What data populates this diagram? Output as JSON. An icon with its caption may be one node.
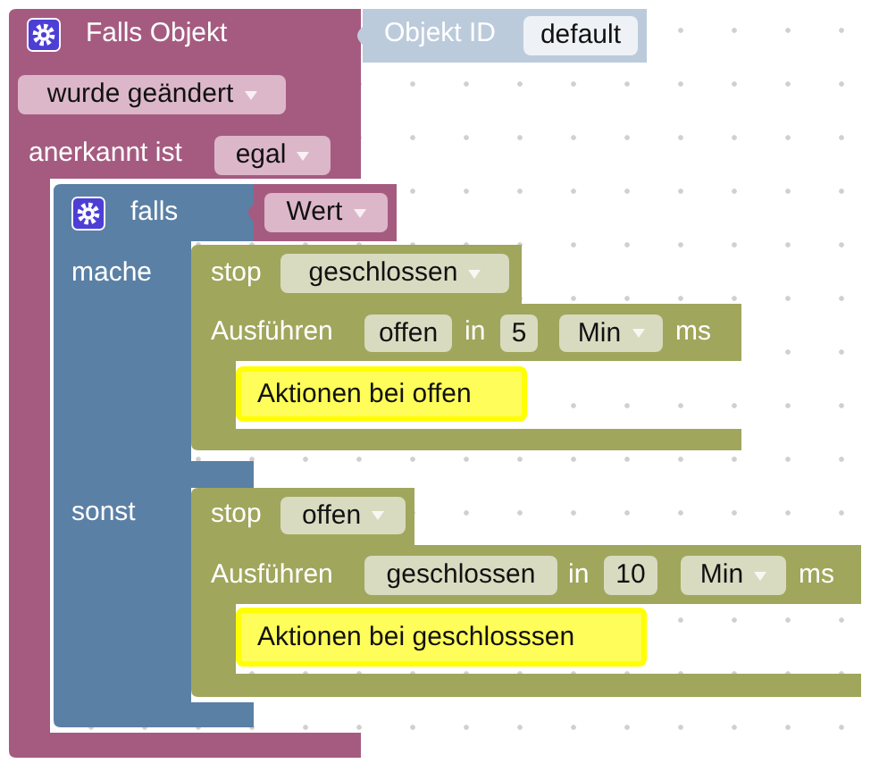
{
  "diagram": {
    "nodes": [
      {
        "text": [
          "Falls Objekt",
          "anerkannt ist"
        ]
      },
      {
        "text": [
          "Objekt ID"
        ]
      },
      {
        "text": [
          "default"
        ],
        "in": 1
      },
      {
        "text": [
          "wurde geändert"
        ],
        "in": 0
      },
      {
        "text": [
          "egal"
        ],
        "in": 0
      },
      {
        "text": [
          "falls",
          "mache",
          "sonst"
        ],
        "in": 0
      },
      {
        "text": [],
        "shape": "box"
      },
      {
        "text": [
          "Wert"
        ],
        "in": 6
      },
      {
        "text": [
          "stop"
        ]
      },
      {
        "text": [
          "geschlossen"
        ],
        "in": 8
      },
      {
        "text": [
          "Ausführen",
          "in",
          "ms"
        ]
      },
      {
        "text": [
          "offen"
        ],
        "in": 10
      },
      {
        "text": [
          "5"
        ],
        "in": 10
      },
      {
        "text": [
          "Min"
        ],
        "in": 10
      },
      {
        "text": [
          "Aktionen bei offen"
        ],
        "in": 10
      },
      {
        "text": [
          "stop"
        ]
      },
      {
        "text": [
          "offen"
        ],
        "in": 15
      },
      {
        "text": [
          "Ausführen",
          "in",
          "ms"
        ]
      },
      {
        "text": [
          "geschlossen"
        ],
        "in": 17
      },
      {
        "text": [
          "10"
        ],
        "in": 17
      },
      {
        "text": [
          "Min"
        ],
        "in": 17
      },
      {
        "text": [
          "Aktionen bei geschlosssen"
        ],
        "in": 17
      }
    ]
  }
}
